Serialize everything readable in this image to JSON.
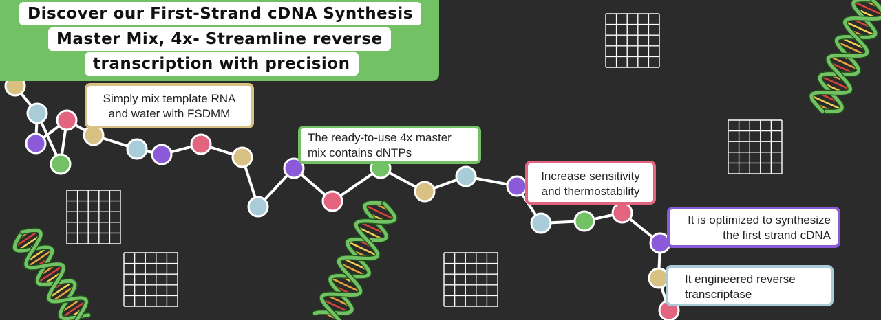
{
  "title": {
    "lines": [
      "Discover our First-Strand cDNA Synthesis",
      "Master Mix, 4x- Streamline reverse",
      "transcription with precision"
    ]
  },
  "callouts": [
    {
      "lines": [
        "Simply mix template RNA",
        "and water with FSDMM"
      ],
      "border_color": "#d8c183"
    },
    {
      "lines": [
        "The ready-to-use 4x master",
        "mix contains dNTPs"
      ],
      "border_color": "#72c165"
    },
    {
      "lines": [
        "Increase sensitivity",
        "and thermostability"
      ],
      "border_color": "#e3647f"
    },
    {
      "lines": [
        "It is optimized to synthesize",
        "the first strand cDNA"
      ],
      "border_color": "#8a5ad8"
    },
    {
      "lines": [
        "It engineered reverse",
        "transcriptase"
      ],
      "border_color": "#a9cdd8"
    }
  ],
  "palette": {
    "background": "#2b2b2b",
    "title_panel": "#72c165",
    "node_colors": [
      "#d8c183",
      "#a9cdd8",
      "#8a5ad8",
      "#e3647f",
      "#72c165"
    ],
    "connector": "#ffffff",
    "grid": "#ffffff",
    "dna_strand": "#72c165"
  },
  "decorations": {
    "icons": [
      "dna-helix-icon",
      "grid-pattern-icon"
    ]
  }
}
